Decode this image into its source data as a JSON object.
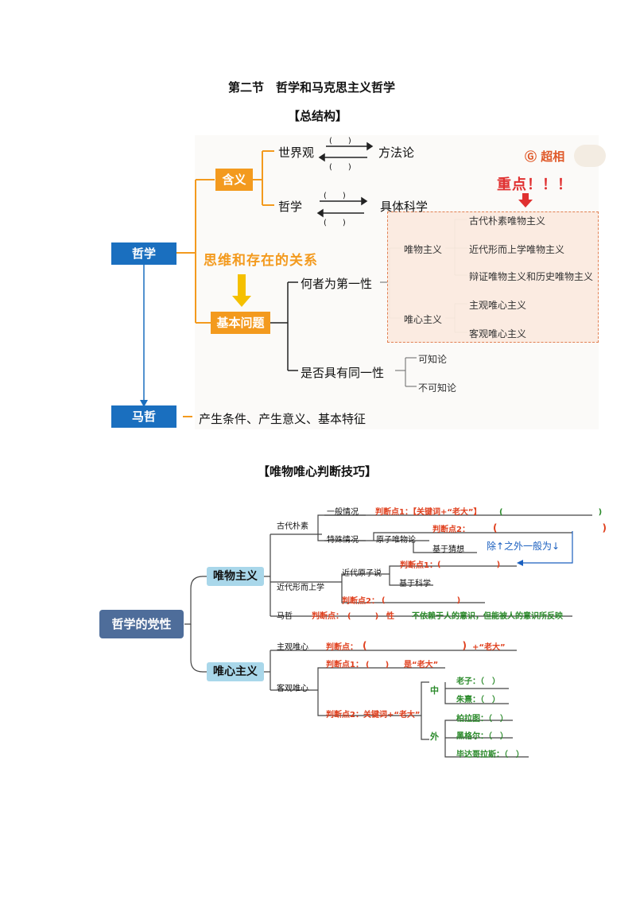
{
  "section_title": "第二节　哲学和马克思主义哲学",
  "structure_title": "【总结构】",
  "part1": {
    "root": "哲学",
    "marx": "马哲",
    "marx_desc": "产生条件、产生意义、基本特征",
    "meaning": "含义",
    "basic": "基本问题",
    "relation_note": "思维和存在的关系",
    "worldview": "世界观",
    "methodology": "方法论",
    "philosophy": "哲学",
    "science": "具体科学",
    "blank": "(　　)",
    "first": "何者为第一性",
    "identity": "是否具有同一性",
    "knowable": "可知论",
    "unknowable": "不可知论",
    "materialism": "唯物主义",
    "idealism": "唯心主义",
    "mat_items": [
      "古代朴素唯物主义",
      "近代形而上学唯物主义",
      "辩证唯物主义和历史唯物主义"
    ],
    "ide_items": [
      "主观唯心主义",
      "客观唯心主义"
    ],
    "key_point": "重点！！！",
    "logo": "超相"
  },
  "tips_title": "【唯物唯心判断技巧】",
  "part2": {
    "root": "哲学的党性",
    "materialism": "唯物主义",
    "idealism": "唯心主义",
    "ancient": "古代朴素",
    "general": "一般情况",
    "judge1_label": "判断点1：【关键词+“老大”】",
    "judge1_paren": "(　　　　　　　　　　　　)",
    "special": "特殊情况",
    "atomism": "原子唯物论",
    "judge2_label": "判断点2：",
    "judge2_paren": "(　　　　　　　　　　　)",
    "guess": "基于猜想",
    "note": "除↑之外一般为↓",
    "modern": "近代形而上学",
    "modern_atom": "近代原子说",
    "m_judge1": "判断点1：",
    "m_judge1_paren": "(　　　　　　　)",
    "science_based": "基于科学",
    "m_judge2": "判断点2：",
    "m_judge2_paren": "(　　　　　　　　　)",
    "marx": "马哲",
    "marx_judge": "判断点：",
    "marx_paren": "(　　　)",
    "marx_nature": "性",
    "marx_desc": "不依赖于人的意识，但能被人的意识所反映",
    "subjective": "主观唯心",
    "sub_judge": "判断点：",
    "sub_paren": "(　　　　　　　　　　)",
    "sub_suffix": "+“老大”",
    "objective": "客观唯心",
    "obj_judge1": "判断点1：",
    "obj_judge1_paren": "(　　)",
    "obj_judge1_suffix": "是“老大”",
    "obj_judge2": "判断点2：关键词+“老大”",
    "china": "中",
    "foreign": "外",
    "china_items": [
      "老子：（　）",
      "朱熹：（　）"
    ],
    "foreign_items": [
      "柏拉图：（　）",
      "黑格尔：（　）",
      "毕达哥拉斯：（　）"
    ]
  },
  "colors": {
    "blue": "#1a6fbf",
    "orange": "#f39a1e",
    "red": "#e03030",
    "navy": "#4e6d9a",
    "lightblue": "#a9d7ea"
  }
}
